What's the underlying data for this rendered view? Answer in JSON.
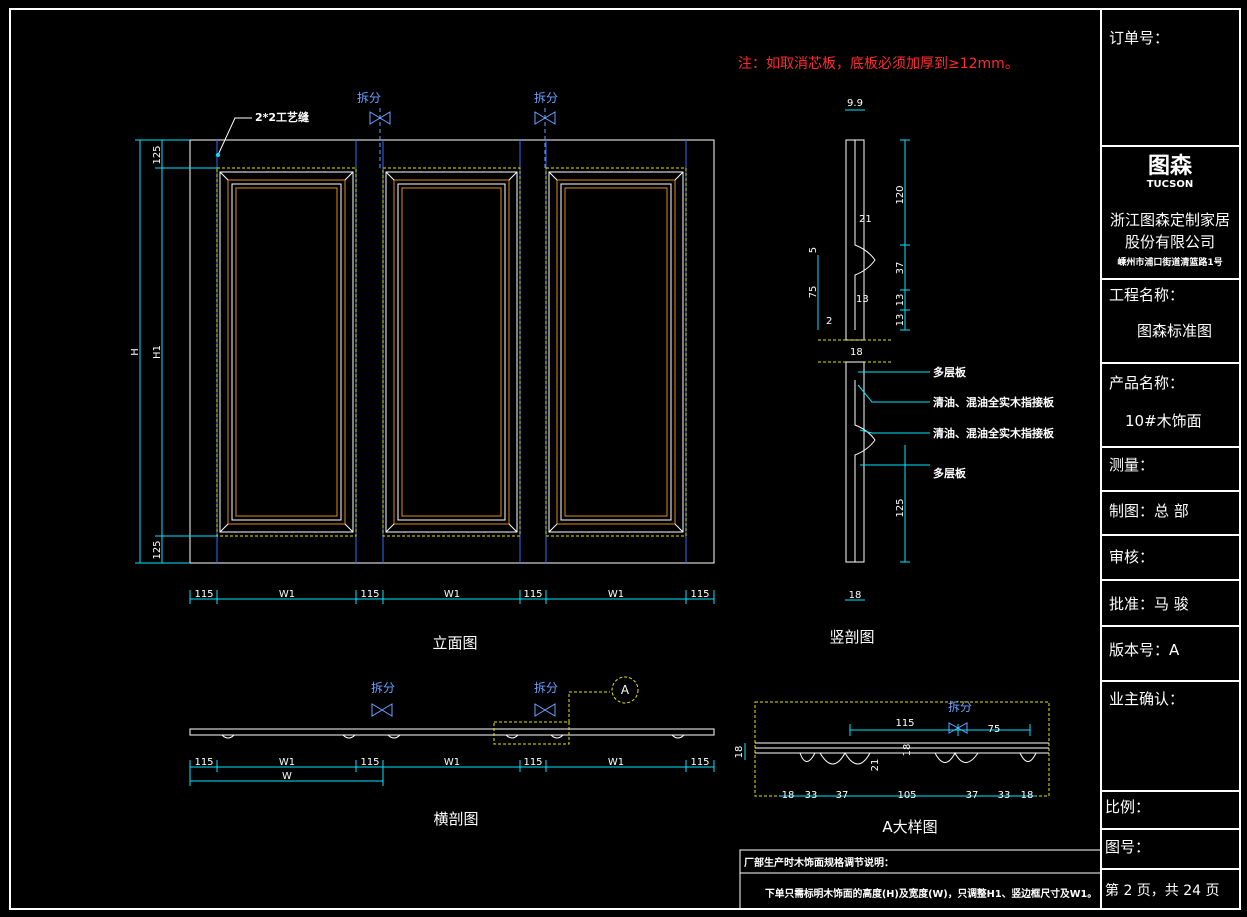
{
  "note": "注：如取消芯板，底板必须加厚到≥12mm。",
  "elevation": {
    "title": "立面图",
    "split_label": "拆分",
    "groove_label": "2*2工艺缝",
    "dims_bottom": [
      "115",
      "W1",
      "115",
      "W1",
      "115",
      "W1",
      "115"
    ],
    "dims_left": [
      "125",
      "H1",
      "125"
    ],
    "dim_outer": "H"
  },
  "section_v": {
    "title": "竖剖图",
    "dim_top": "9.9",
    "dim_bottom": "18",
    "dim_mid": "18",
    "dims_right": [
      "120",
      "37",
      "13",
      "13",
      "125"
    ],
    "dims_left": [
      "5",
      "75",
      "2"
    ],
    "small_dims": [
      "21",
      "13"
    ],
    "callouts": [
      "多层板",
      "清油、混油全实木指接板",
      "清油、混油全实木指接板",
      "多层板"
    ]
  },
  "section_h": {
    "title": "横剖图",
    "split_label": "拆分",
    "detail_tag": "A",
    "dims": [
      "115",
      "W1",
      "115",
      "W1",
      "115",
      "W1",
      "115"
    ],
    "dim_total": "W"
  },
  "detail_a": {
    "title": "A大样图",
    "split_label": "拆分",
    "dims_top": [
      "115",
      "75"
    ],
    "dims_bottom": [
      "18",
      "33",
      "37",
      "105",
      "37",
      "33",
      "18"
    ],
    "dim_left": "18",
    "dim_mid": "18",
    "dim_small": "21"
  },
  "spec_note": {
    "title": "厂部生产时木饰面规格调节说明：",
    "body": "下单只需标明木饰面的高度(H)及宽度(W)，只调整H1、竖边框尺寸及W1。"
  },
  "title_block": {
    "order_label": "订单号：",
    "logo_cn": "图森",
    "logo_en": "TUCSON",
    "company_line1": "浙江图森定制家居",
    "company_line2": "股份有限公司",
    "company_address": "嵊州市浦口街道清篮路1号",
    "project_label": "工程名称：",
    "project_value": "图森标准图",
    "product_label": "产品名称：",
    "product_value": "10#木饰面",
    "measure_label": "测量：",
    "drafter_label": "制图：总 部",
    "review_label": "审核：",
    "approve_label": "批准：马 骏",
    "version_label": "版本号：A",
    "owner_label": "业主确认：",
    "scale_label": "比例：",
    "drawing_no_label": "图号：",
    "page_label": "第 2 页，共 24 页"
  }
}
